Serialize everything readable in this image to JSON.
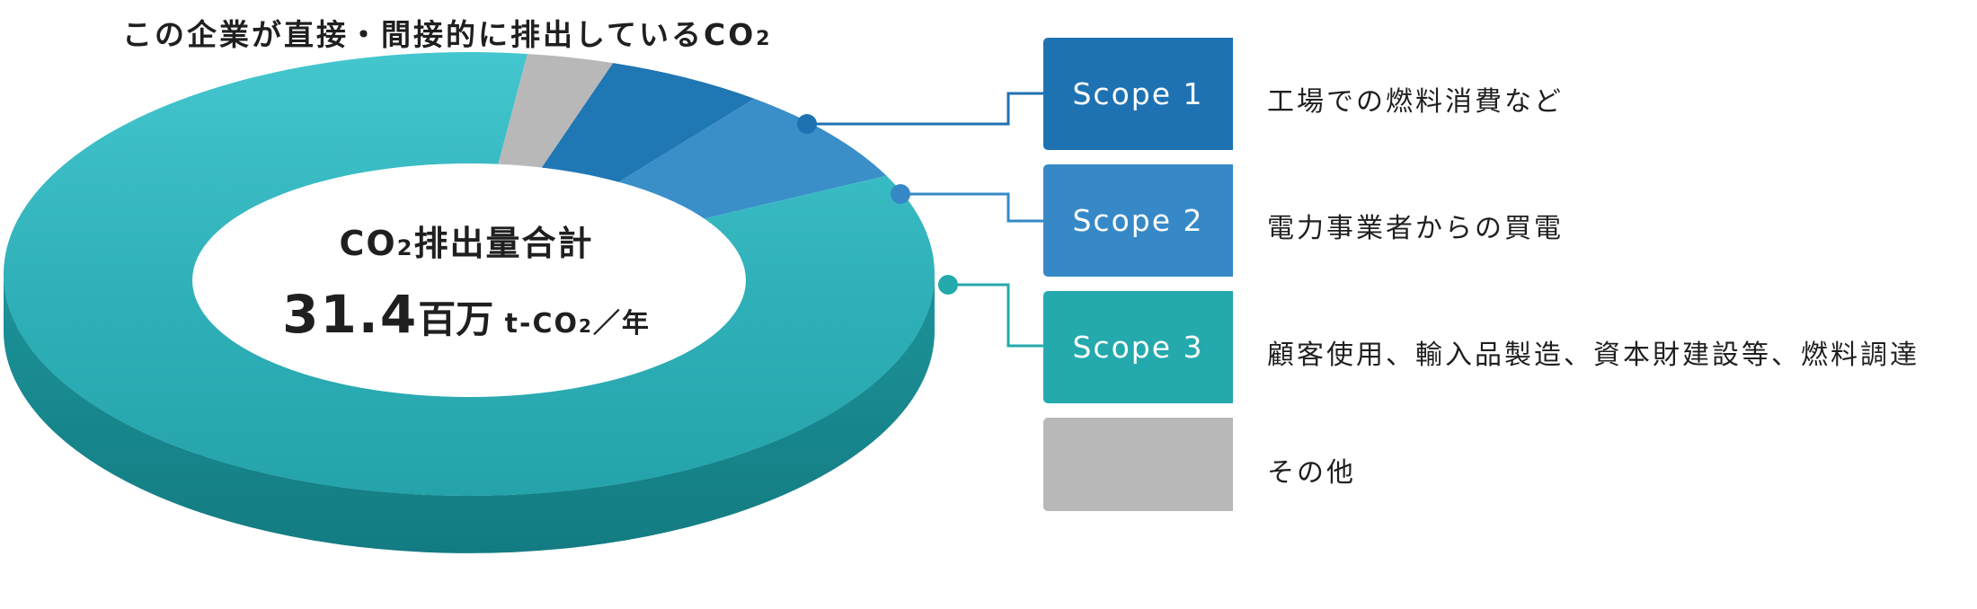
{
  "title": {
    "text": "この企業が直接・間接的に排出しているCO",
    "sub": "2"
  },
  "center": {
    "label_prefix": "CO",
    "label_sub": "2",
    "label_suffix": "排出量合計",
    "value": "31.4",
    "unit_big": "百万",
    "unit_small_prefix": " t-CO",
    "unit_small_sub": "2",
    "unit_small_suffix": "／年"
  },
  "chart_data": {
    "type": "pie",
    "title": "この企業が直接・間接的に排出しているCO2",
    "total_label": "CO2排出量合計 31.4百万 t-CO2／年",
    "slices": [
      {
        "name": "Scope 1",
        "description": "工場での燃料消費など",
        "value": 5.5,
        "color": "#1f77b4"
      },
      {
        "name": "Scope 2",
        "description": "電力事業者からの買電",
        "value": 7.2,
        "color": "#3a8fc9"
      },
      {
        "name": "Scope 3",
        "description": "顧客使用、輸入品製造、資本財建設等、燃料調達",
        "value": 84.3,
        "color": "#2ab2ba"
      },
      {
        "name": "",
        "description": "その他",
        "value": 3.0,
        "color": "#b8b8b8"
      }
    ],
    "depth_colors": [
      "#168a90",
      "#1b7f86"
    ]
  },
  "legend": [
    {
      "label": "Scope 1",
      "desc": "工場での燃料消費など",
      "color": "#1f72b2"
    },
    {
      "label": "Scope 2",
      "desc": "電力事業者からの買電",
      "color": "#3689c6"
    },
    {
      "label": "Scope 3",
      "desc": "顧客使用、輸入品製造、資本財建設等、燃料調達",
      "color": "#24a9ad"
    },
    {
      "label": "",
      "desc": "その他",
      "color": "#b8b8b8"
    }
  ],
  "connectors": [
    {
      "color": "#1f72b2"
    },
    {
      "color": "#3689c6"
    },
    {
      "color": "#24a9ad"
    }
  ]
}
